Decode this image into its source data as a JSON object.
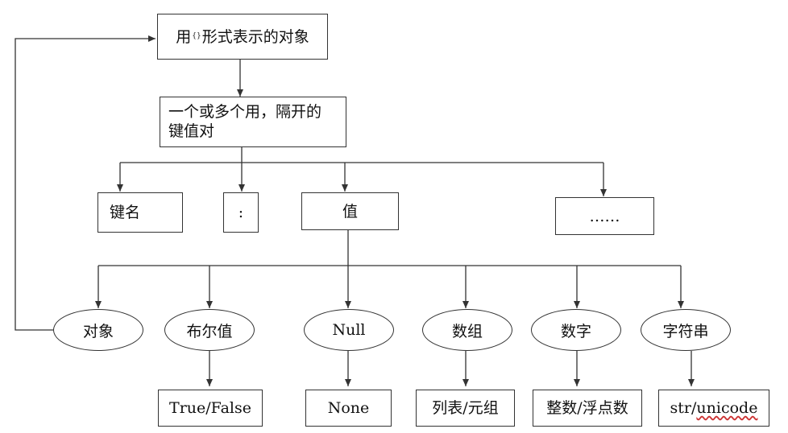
{
  "title_box": {
    "prefix": "用",
    "symbol": "{}",
    "suffix": "形式表示的对象"
  },
  "pairs_box": {
    "line1": "一个或多个用，隔开的",
    "line2": "键值对"
  },
  "pair_parts": {
    "key": "键名",
    "colon": ":",
    "value": "值",
    "more": "……"
  },
  "value_types": {
    "object": "对象",
    "boolean": "布尔值",
    "null": "Null",
    "array": "数组",
    "number": "数字",
    "string": "字符串"
  },
  "python_types": {
    "boolean": "True/False",
    "null": "None",
    "array": "列表/元组",
    "number": "整数/浮点数",
    "string_prefix": "str/",
    "string_suffix": "unicode"
  }
}
